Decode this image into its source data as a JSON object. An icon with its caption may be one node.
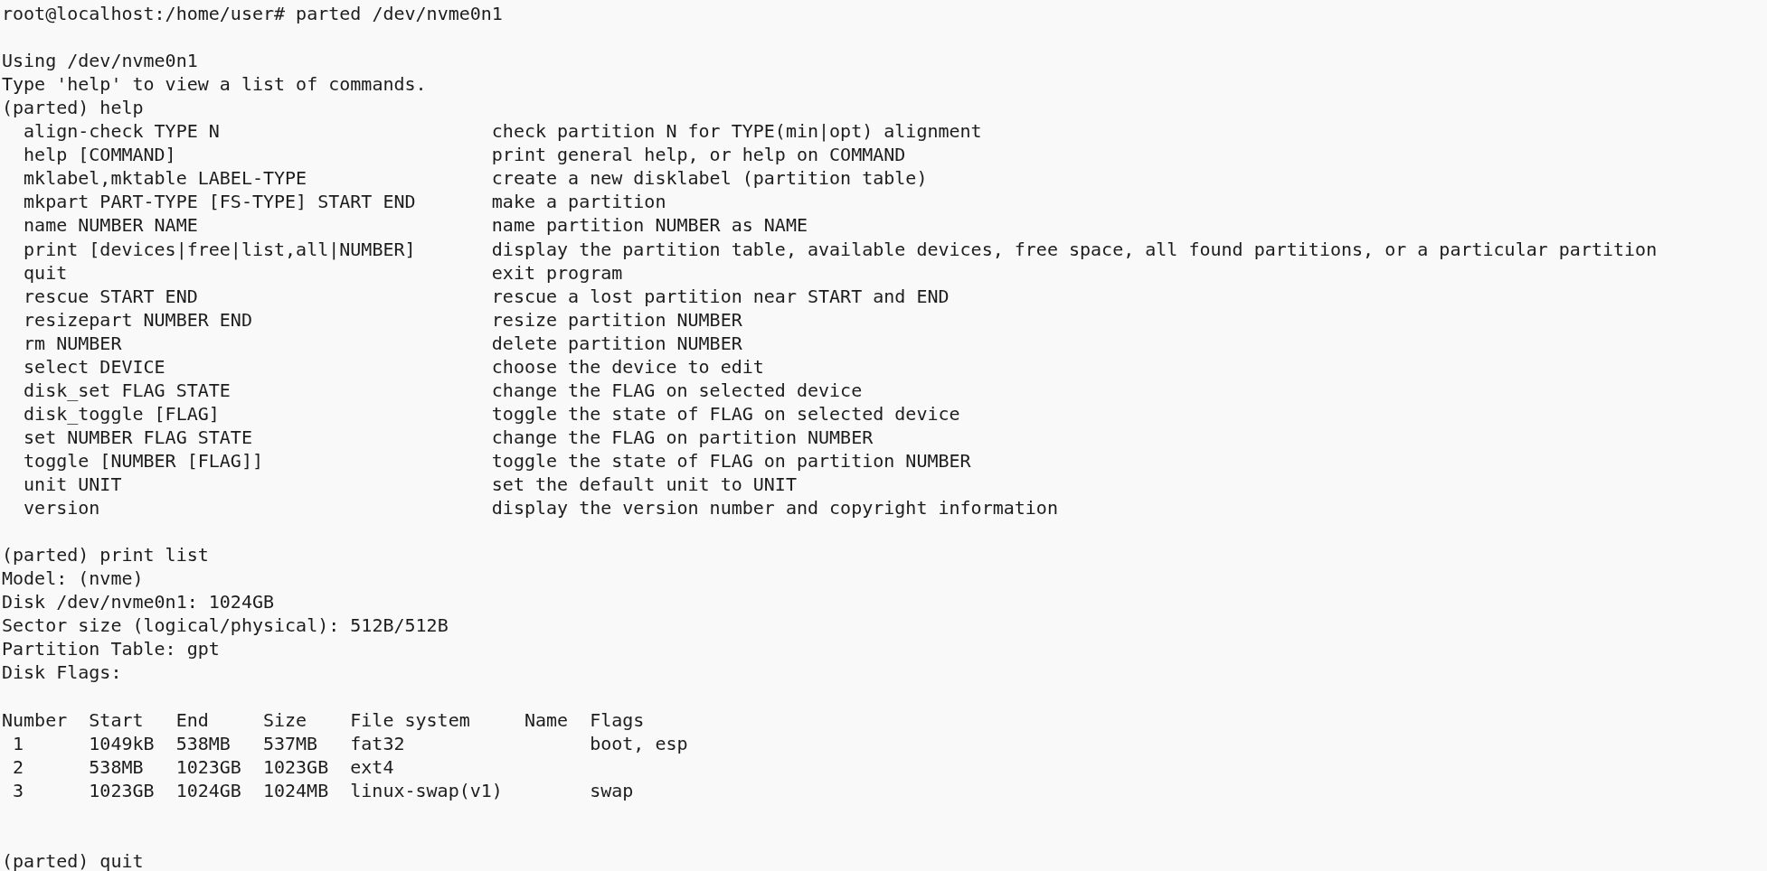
{
  "diagram": {
    "labels": [
      "root@localhost:/home/user# parted /dev/nvme0n1",
      "Using /dev/nvme0n1",
      "Type 'help' to view a list of commands.",
      "(parted) help",
      "align-check TYPE N",
      "check partition N for TYPE(min|opt) alignment",
      "help [COMMAND]",
      "print general help, or help on COMMAND",
      "mklabel,mktable LABEL-TYPE",
      "create a new disklabel (partition table)",
      "mkpart PART-TYPE [FS-TYPE] START END",
      "make a partition",
      "name NUMBER NAME",
      "name partition NUMBER as NAME",
      "print [devices|free|list,all|NUMBER]",
      "display the partition table, available devices, free space, all found partitions, or a particular partition",
      "quit",
      "exit program",
      "rescue START END",
      "rescue a lost partition near START and END",
      "resizepart NUMBER END",
      "resize partition NUMBER",
      "rm NUMBER",
      "delete partition NUMBER",
      "select DEVICE",
      "choose the device to edit",
      "disk_set FLAG STATE",
      "change the FLAG on selected device",
      "disk_toggle [FLAG]",
      "toggle the state of FLAG on selected device",
      "set NUMBER FLAG STATE",
      "change the FLAG on partition NUMBER",
      "toggle [NUMBER [FLAG]]",
      "toggle the state of FLAG on partition NUMBER",
      "unit UNIT",
      "set the default unit to UNIT",
      "version",
      "display the version number and copyright information",
      "(parted) print list",
      "Model: (nvme)",
      "Disk /dev/nvme0n1: 1024GB",
      "Sector size (logical/physical): 512B/512B",
      "Partition Table: gpt",
      "Disk Flags:",
      "Number",
      "Start",
      "End",
      "Size",
      "File system",
      "Name",
      "Flags",
      "1",
      "1049kB",
      "538MB",
      "537MB",
      "fat32",
      "boot, esp",
      "2",
      "538MB",
      "1023GB",
      "1023GB",
      "ext4",
      "3",
      "1023GB",
      "1024GB",
      "1024MB",
      "linux-swap(v1)",
      "swap",
      "(parted) quit"
    ]
  }
}
